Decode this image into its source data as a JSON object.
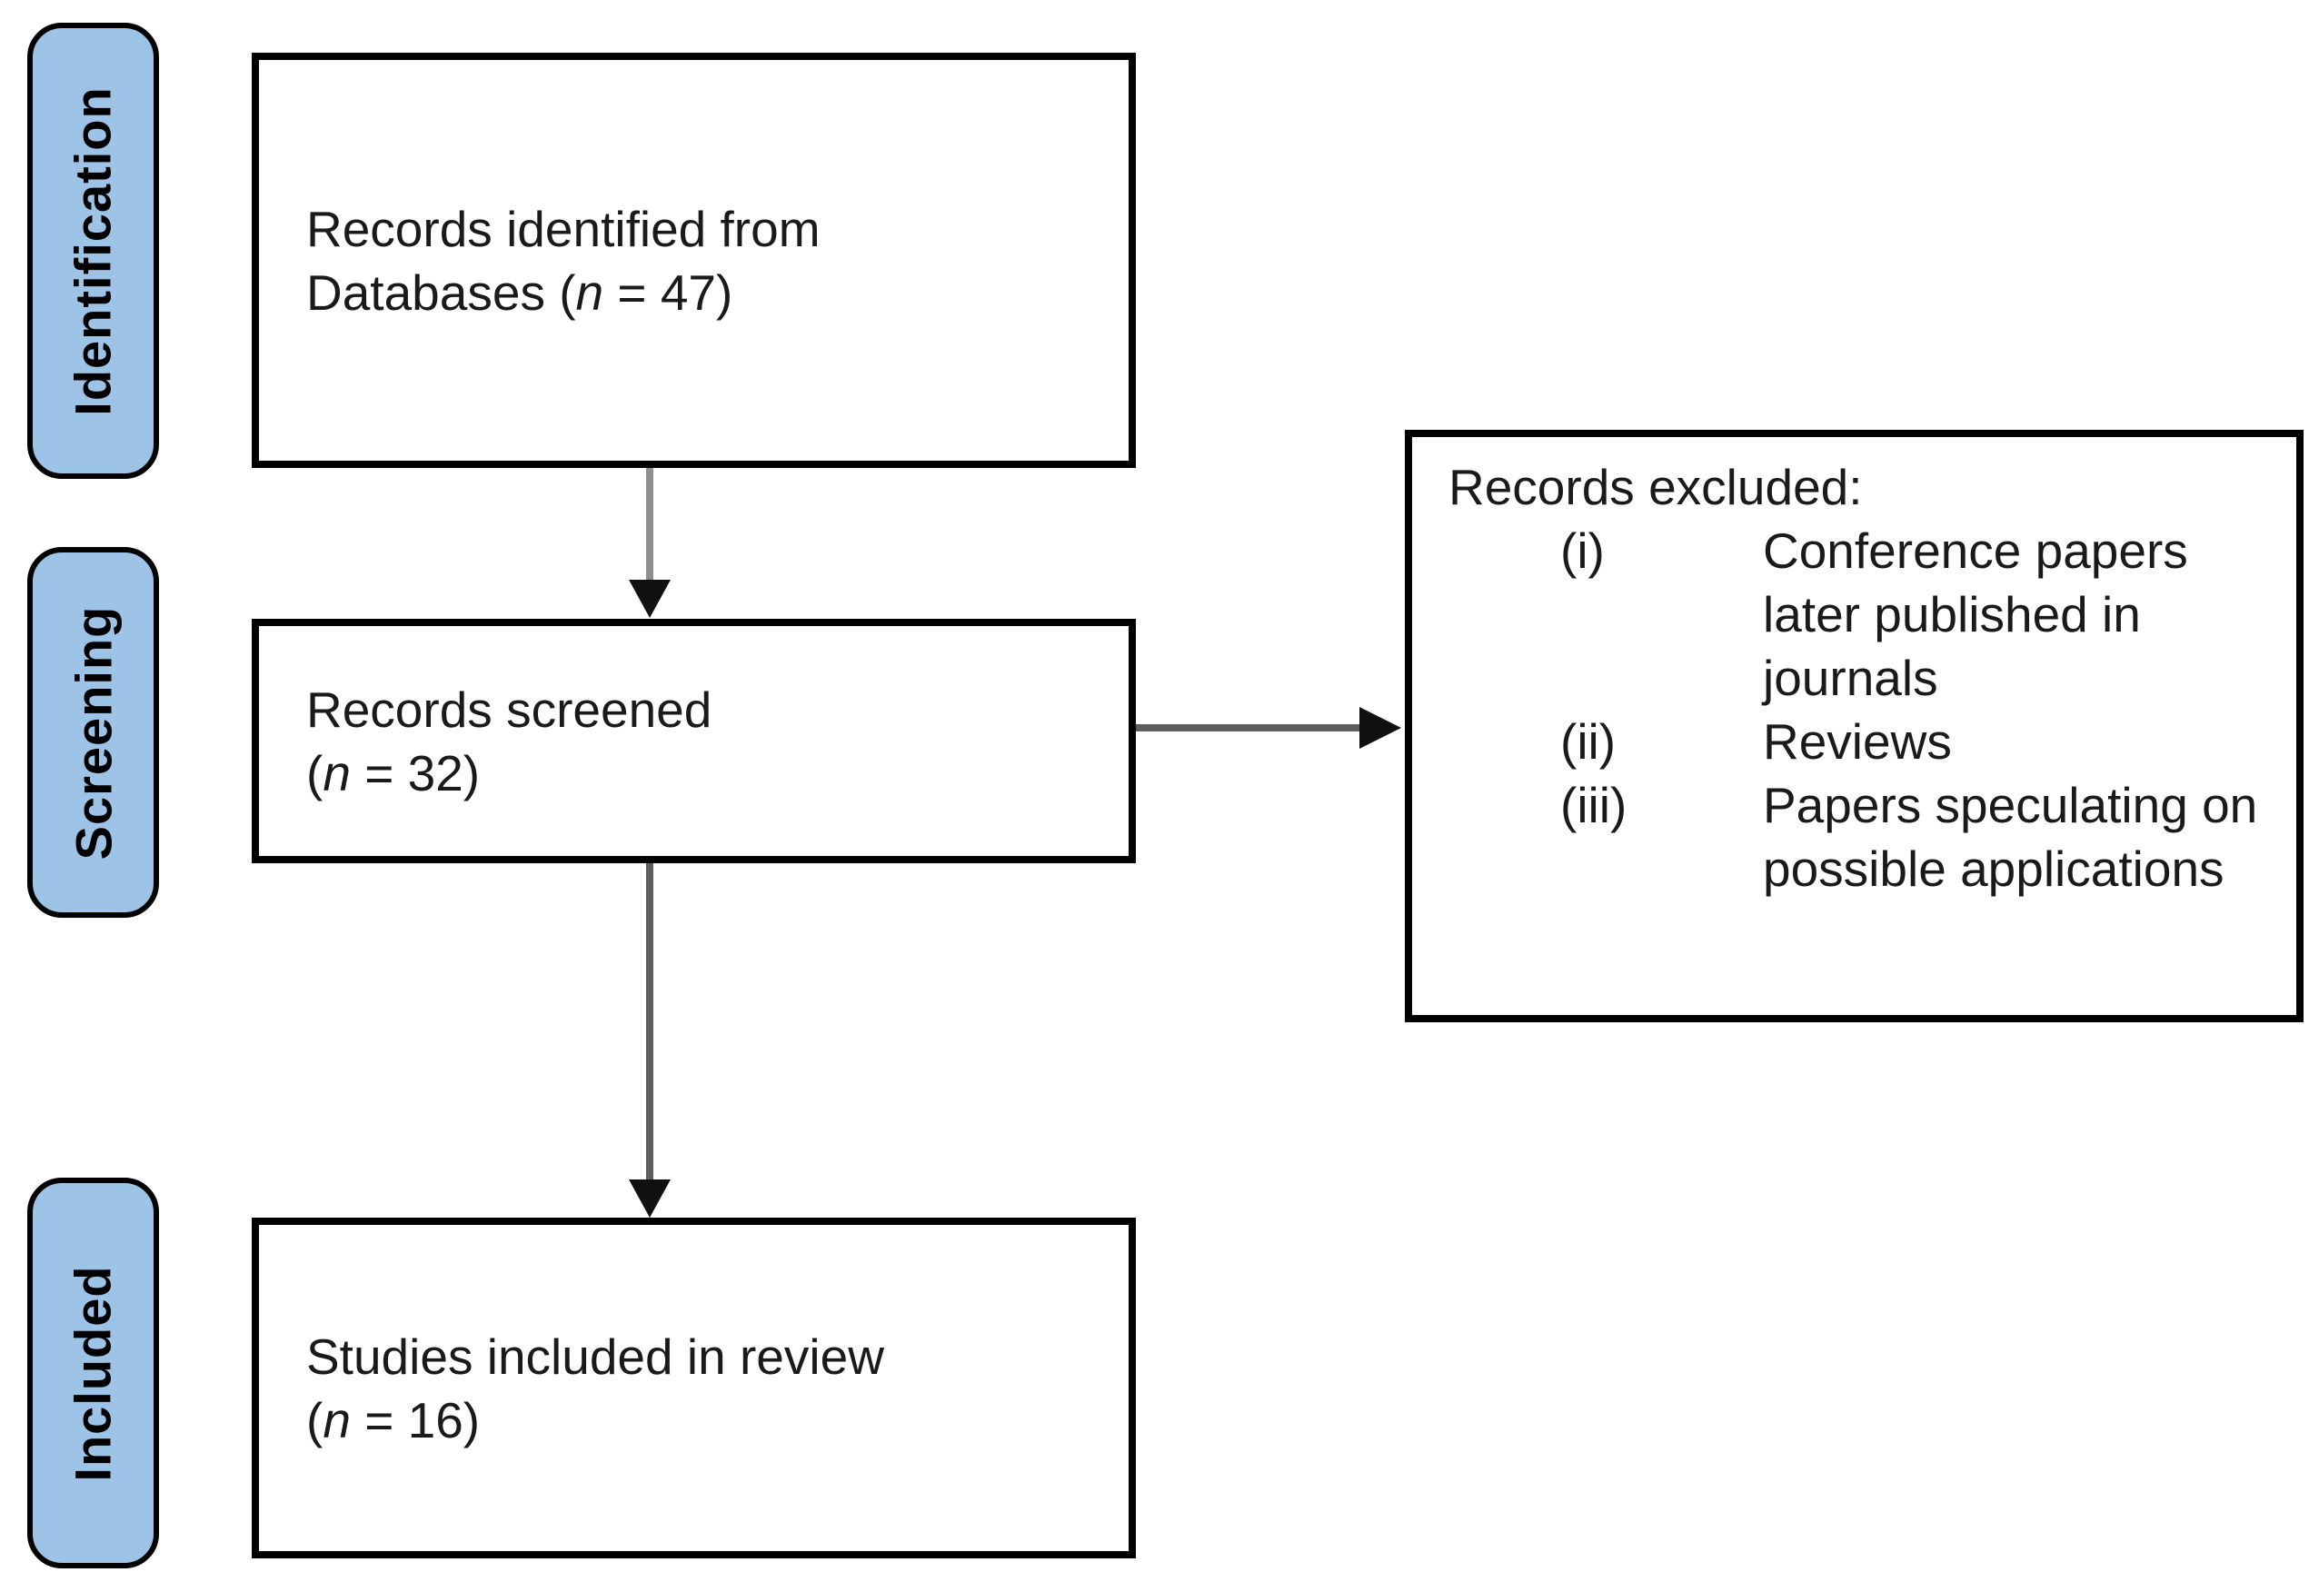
{
  "diagram": {
    "type": "prisma-flow",
    "stages": [
      {
        "label": "Identification"
      },
      {
        "label": "Screening"
      },
      {
        "label": "Included"
      }
    ],
    "boxes": {
      "identified": {
        "line1": "Records identified from",
        "line2_prefix": "Databases (",
        "n_symbol": "n",
        "line2_suffix": " = 47)"
      },
      "screened": {
        "line1": "Records screened",
        "line2_prefix": "(",
        "n_symbol": "n",
        "line2_suffix": " = 32)"
      },
      "included": {
        "line1": "Studies included in review",
        "line2_prefix": "(",
        "n_symbol": "n",
        "line2_suffix": " = 16)"
      }
    },
    "excluded": {
      "title": "Records excluded:",
      "items": [
        {
          "numeral": "(i)",
          "text": "Conference papers later published in journals"
        },
        {
          "numeral": "(ii)",
          "text": "Reviews"
        },
        {
          "numeral": "(iii)",
          "text": "Papers speculating on possible applications"
        }
      ]
    },
    "colors": {
      "stage_fill": "#9DC3E6",
      "stage_border": "#000000",
      "box_border": "#000000",
      "text_color": "#1a1a1a",
      "arrow_stem_light": "#8f8f8f",
      "arrow_stem_dark": "#5e5e5e",
      "arrow_head": "#111111",
      "canvas_bg": "#ffffff"
    }
  }
}
